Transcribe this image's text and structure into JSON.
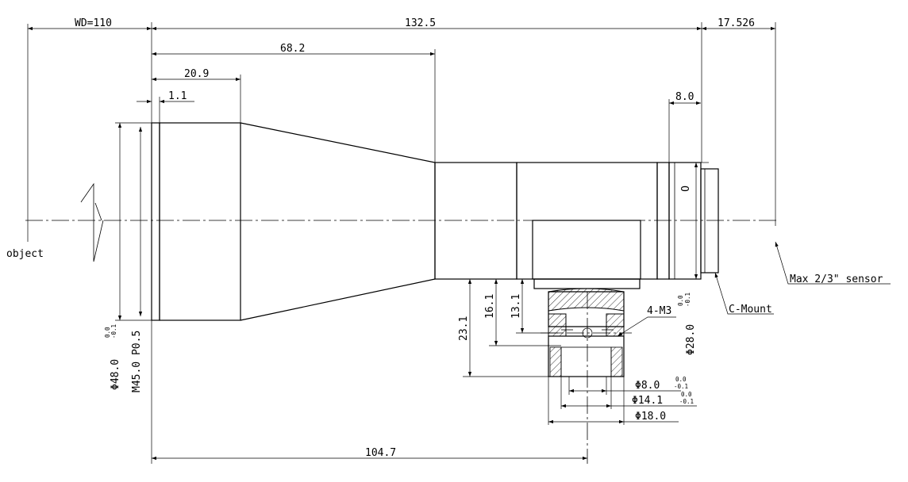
{
  "labels": {
    "wd": "WD=110",
    "total_length": "132.5",
    "flange_distance": "17.526",
    "front_to_step": "68.2",
    "front_cone": "20.9",
    "front_ring": "1.1",
    "mount_length": "8.0",
    "object": "object",
    "sensor": "Max 2/3\" sensor",
    "c_mount": "C-Mount",
    "screw": "4-M3",
    "d48": "Φ48.0",
    "thread": "M45.0 P0.5",
    "d28": "Φ28.0",
    "v23": "23.1",
    "v16": "16.1",
    "v13": "13.1",
    "d8": "Φ8.0",
    "d14": "Φ14.1",
    "d18": "Φ18.0",
    "pos104": "104.7",
    "tol_upper": "0.0",
    "tol_lower": "-0.1",
    "mark": "O"
  }
}
